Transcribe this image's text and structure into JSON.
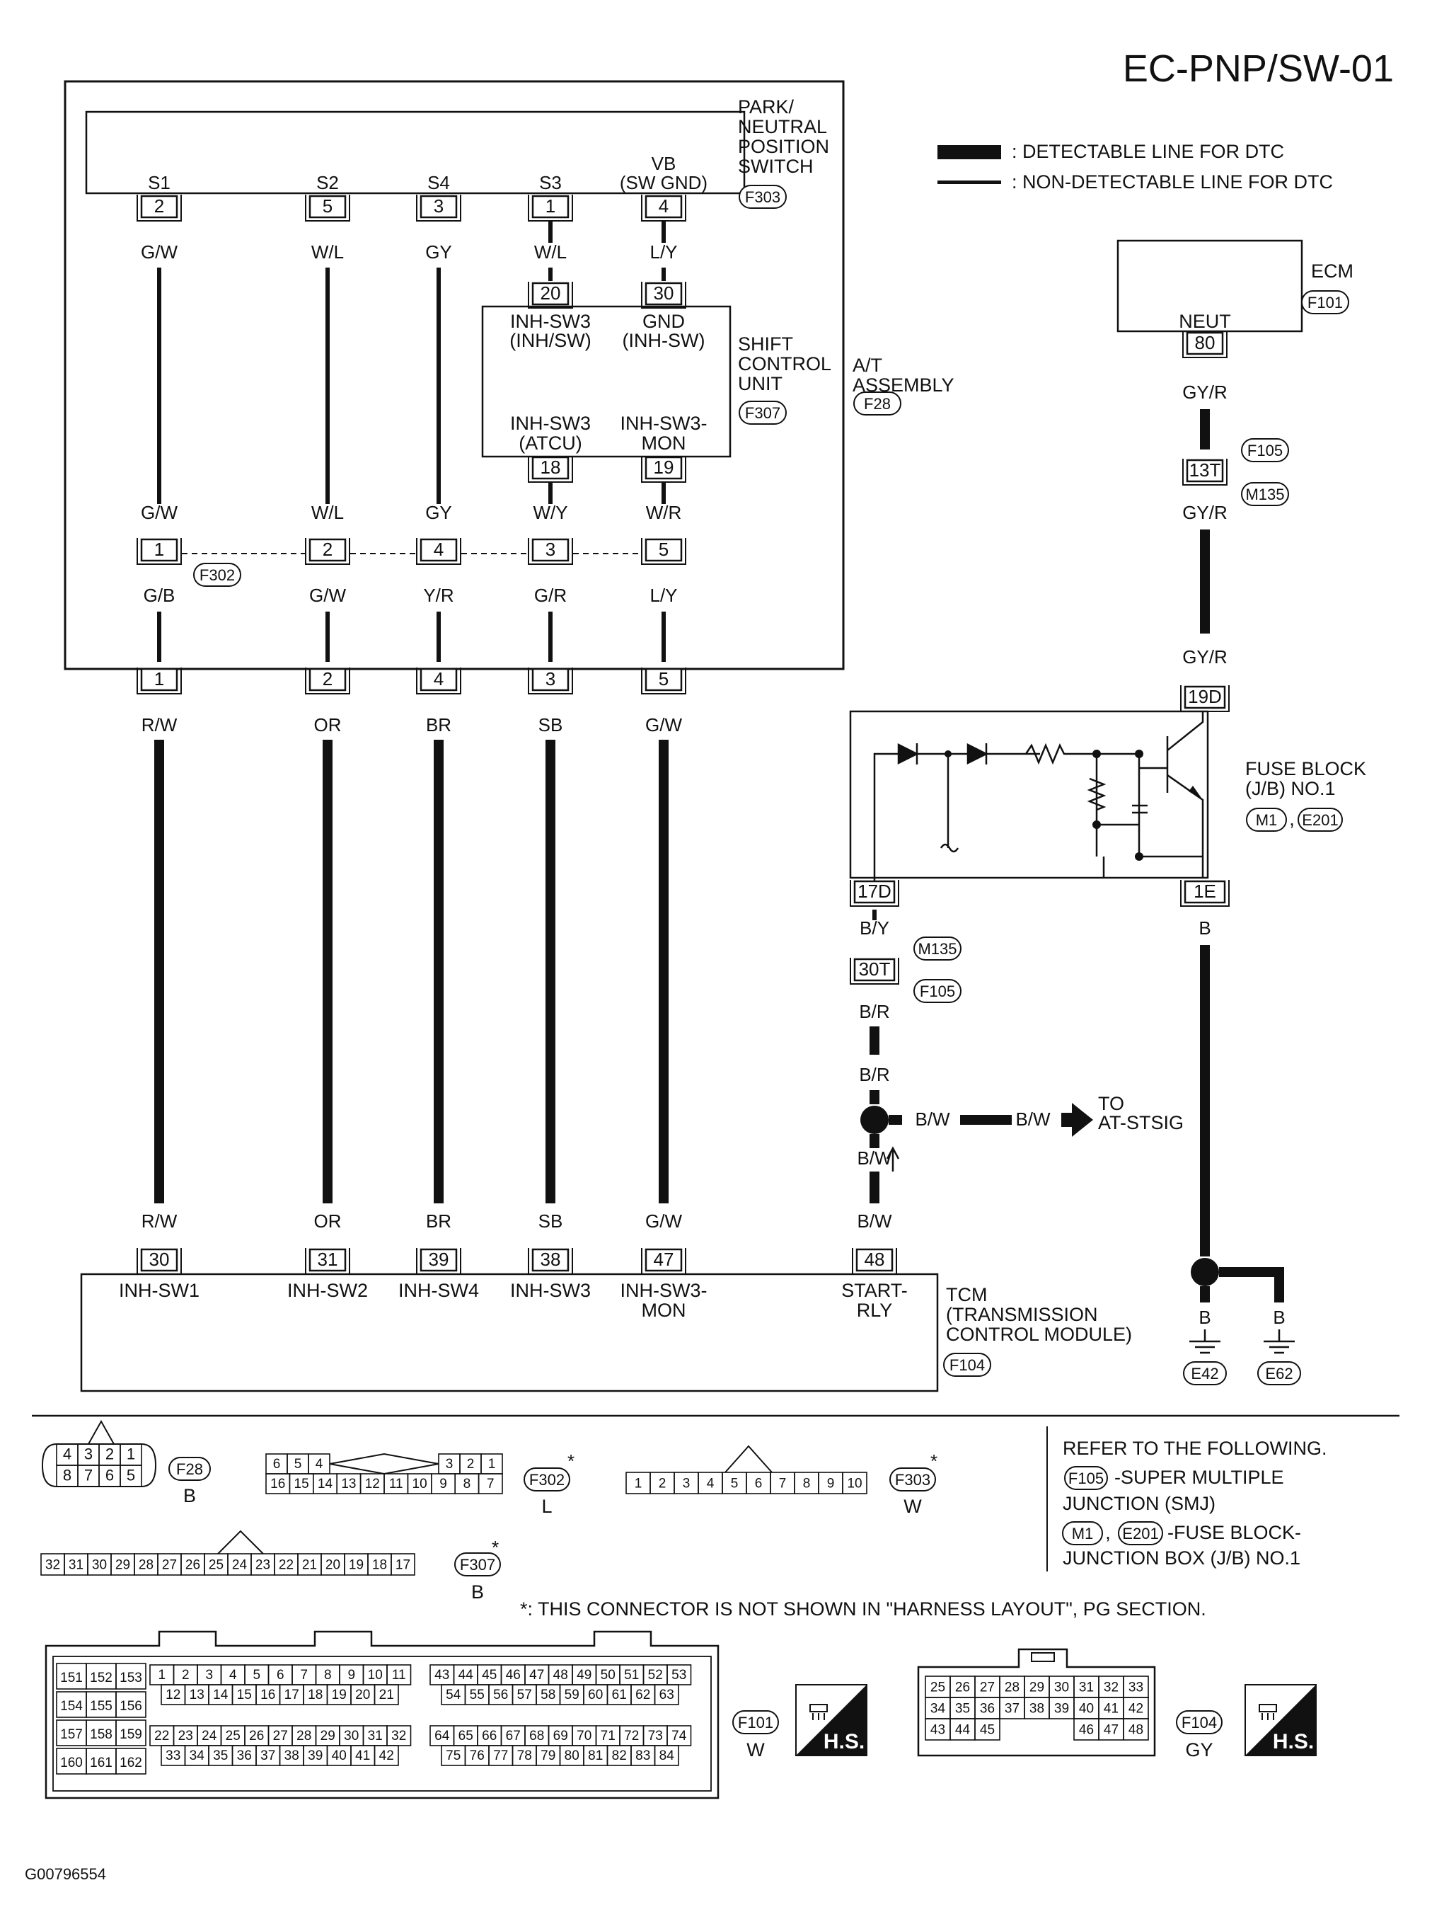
{
  "page_id": "EC-PNP/SW-01",
  "image_code": "G00796554",
  "legend": {
    "detectable": ": DETECTABLE LINE FOR DTC",
    "non_detectable": ": NON-DETECTABLE LINE FOR DTC"
  },
  "pnp_switch": {
    "lines": [
      "PARK/",
      "NEUTRAL",
      "POSITION",
      "SWITCH"
    ],
    "connector": "F303",
    "terminals": [
      {
        "label": "S1",
        "pin": "2",
        "wire": "G/W"
      },
      {
        "label": "S2",
        "pin": "5",
        "wire": "W/L"
      },
      {
        "label": "S4",
        "pin": "3",
        "wire": "GY"
      },
      {
        "label": "S3",
        "pin": "1",
        "wire": "W/L"
      },
      {
        "label": "VB",
        "label2": "(SW GND)",
        "pin": "4",
        "wire": "L/Y"
      }
    ]
  },
  "shift_control_unit": {
    "lines": [
      "SHIFT",
      "CONTROL",
      "UNIT"
    ],
    "connector": "F307",
    "top_pins": [
      {
        "pin": "20",
        "label": "INH-SW3",
        "label2": "(INH/SW)"
      },
      {
        "pin": "30",
        "label": "GND",
        "label2": "(INH-SW)"
      }
    ],
    "bottom_pins": [
      {
        "pin": "18",
        "label": "INH-SW3",
        "label2": "(ATCU)",
        "wire": "W/Y"
      },
      {
        "pin": "19",
        "label": "INH-SW3-",
        "label2": "MON",
        "wire": "W/R"
      }
    ]
  },
  "at_assembly": {
    "lines": [
      "A/T",
      "ASSEMBLY"
    ],
    "connector": "F28"
  },
  "f302": {
    "connector": "F302",
    "pins": [
      {
        "pin": "1",
        "wire_in": "G/W",
        "wire_out": "G/B"
      },
      {
        "pin": "2",
        "wire_in": "W/L",
        "wire_out": "G/W"
      },
      {
        "pin": "4",
        "wire_in": "GY",
        "wire_out": "Y/R"
      },
      {
        "pin": "3",
        "wire_in": "W/Y",
        "wire_out": "G/R"
      },
      {
        "pin": "5",
        "wire_in": "W/R",
        "wire_out": "L/Y"
      }
    ]
  },
  "f28_pins": [
    {
      "pin": "1",
      "wire": "R/W"
    },
    {
      "pin": "2",
      "wire": "OR"
    },
    {
      "pin": "4",
      "wire": "BR"
    },
    {
      "pin": "3",
      "wire": "SB"
    },
    {
      "pin": "5",
      "wire": "G/W"
    }
  ],
  "tcm": {
    "lines": [
      "TCM",
      "(TRANSMISSION",
      "CONTROL MODULE)"
    ],
    "connector": "F104",
    "terminals": [
      {
        "pin": "30",
        "wire": "R/W",
        "label": "INH-SW1"
      },
      {
        "pin": "31",
        "wire": "OR",
        "label": "INH-SW2"
      },
      {
        "pin": "39",
        "wire": "BR",
        "label": "INH-SW4"
      },
      {
        "pin": "38",
        "wire": "SB",
        "label": "INH-SW3"
      },
      {
        "pin": "47",
        "wire": "G/W",
        "label": "INH-SW3-",
        "label2": "MON"
      },
      {
        "pin": "48",
        "wire": "B/W",
        "label": "START-",
        "label2": "RLY"
      }
    ]
  },
  "ecm": {
    "label": "ECM",
    "connector": "F101",
    "terminal_label": "NEUT",
    "pin": "80",
    "wire": "GY/R"
  },
  "smj": {
    "pin_13t": "13T",
    "conn_f105": "F105",
    "conn_m135": "M135",
    "wire_after": "GY/R",
    "wire_at_fuse": "GY/R",
    "pin_30t": "30T"
  },
  "fuse_block": {
    "lines": [
      "FUSE BLOCK",
      "(J/B) NO.1"
    ],
    "conn1": "M1",
    "conn2": "E201",
    "pin_top": "19D",
    "pin_left": "17D",
    "pin_right": "1E",
    "wire_left": "B/Y",
    "wire_right": "B"
  },
  "start_wire": {
    "wire1": "B/R",
    "wire2": "B/R",
    "branch1": "B/W",
    "branch2": "B/W",
    "down": "B/W",
    "to_lines": [
      "TO",
      "AT-STSIG"
    ]
  },
  "ground": {
    "wire1": "B",
    "wire2": "B",
    "g1": "E42",
    "g2": "E62"
  },
  "connector_views": {
    "f28": {
      "name": "F28",
      "color": "B",
      "top": [
        "4",
        "3",
        "2",
        "1"
      ],
      "bottom": [
        "8",
        "7",
        "6",
        "5"
      ]
    },
    "f302": {
      "name": "F302",
      "color": "L",
      "top_left": [
        "6",
        "5",
        "4"
      ],
      "top_right": [
        "3",
        "2",
        "1"
      ],
      "bottom": [
        "16",
        "15",
        "14",
        "13",
        "12",
        "11",
        "10",
        "9",
        "8",
        "7"
      ]
    },
    "f303": {
      "name": "F303",
      "color": "W",
      "pins": [
        "1",
        "2",
        "3",
        "4",
        "5",
        "6",
        "7",
        "8",
        "9",
        "10"
      ]
    },
    "f307": {
      "name": "F307",
      "color": "B",
      "pins": [
        "32",
        "31",
        "30",
        "29",
        "28",
        "27",
        "26",
        "25",
        "24",
        "23",
        "22",
        "21",
        "20",
        "19",
        "18",
        "17"
      ]
    },
    "f101": {
      "name": "F101",
      "color": "W",
      "left_block": [
        [
          "151",
          "152",
          "153"
        ],
        [
          "154",
          "155",
          "156"
        ],
        [
          "157",
          "158",
          "159"
        ],
        [
          "160",
          "161",
          "162"
        ]
      ],
      "mid_r1": [
        "1",
        "2",
        "3",
        "4",
        "5",
        "6",
        "7",
        "8",
        "9",
        "10",
        "11"
      ],
      "mid_r2": [
        "12",
        "13",
        "14",
        "15",
        "16",
        "17",
        "18",
        "19",
        "20",
        "21"
      ],
      "mid_r3": [
        "22",
        "23",
        "24",
        "25",
        "26",
        "27",
        "28",
        "29",
        "30",
        "31",
        "32"
      ],
      "mid_r4": [
        "33",
        "34",
        "35",
        "36",
        "37",
        "38",
        "39",
        "40",
        "41",
        "42"
      ],
      "right_r1": [
        "43",
        "44",
        "45",
        "46",
        "47",
        "48",
        "49",
        "50",
        "51",
        "52",
        "53"
      ],
      "right_r2": [
        "54",
        "55",
        "56",
        "57",
        "58",
        "59",
        "60",
        "61",
        "62",
        "63"
      ],
      "right_r3": [
        "64",
        "65",
        "66",
        "67",
        "68",
        "69",
        "70",
        "71",
        "72",
        "73",
        "74"
      ],
      "right_r4": [
        "75",
        "76",
        "77",
        "78",
        "79",
        "80",
        "81",
        "82",
        "83",
        "84"
      ]
    },
    "f104": {
      "name": "F104",
      "color": "GY",
      "r1": [
        "25",
        "26",
        "27",
        "28",
        "29",
        "30",
        "31",
        "32",
        "33"
      ],
      "r2": [
        "34",
        "35",
        "36",
        "37",
        "38",
        "39",
        "40",
        "41",
        "42"
      ],
      "r3_left": [
        "43",
        "44",
        "45"
      ],
      "r3_right": [
        "46",
        "47",
        "48"
      ]
    },
    "hs_label": "H.S."
  },
  "refer": {
    "title": "REFER TO THE FOLLOWING.",
    "f105_conn": "F105",
    "f105_text": "-SUPER MULTIPLE",
    "f105_text2": "JUNCTION (SMJ)",
    "m1_conn": "M1",
    "e201_conn": "E201",
    "m1_text": "-FUSE BLOCK-",
    "m1_text2": "JUNCTION BOX (J/B) NO.1"
  },
  "asterisk_note": "*: THIS CONNECTOR IS NOT SHOWN IN \"HARNESS LAYOUT\", PG SECTION."
}
